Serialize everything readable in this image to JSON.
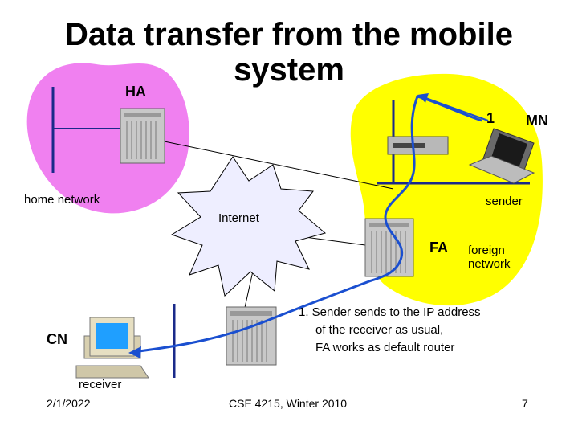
{
  "title_line1": "Data transfer from the mobile",
  "title_line2": "system",
  "labels": {
    "ha": "HA",
    "mn": "MN",
    "step1": "1",
    "home_network": "home network",
    "sender": "sender",
    "internet": "Internet",
    "fa": "FA",
    "foreign_network_line1": "foreign",
    "foreign_network_line2": "network",
    "cn": "CN",
    "receiver": "receiver"
  },
  "note": {
    "line1": "1. Sender sends to the IP address",
    "line2": "of the receiver as usual,",
    "line3": "FA works as default router"
  },
  "footer": {
    "date": "2/1/2022",
    "course": "CSE 4215, Winter 2010",
    "page": "7"
  },
  "colors": {
    "home_blob": "#f080f0",
    "foreign_blob": "#ffff00",
    "internet_cloud": "#eeeeff",
    "path_line": "#1a4fd0",
    "arrow_head": "#1a4fd0"
  }
}
